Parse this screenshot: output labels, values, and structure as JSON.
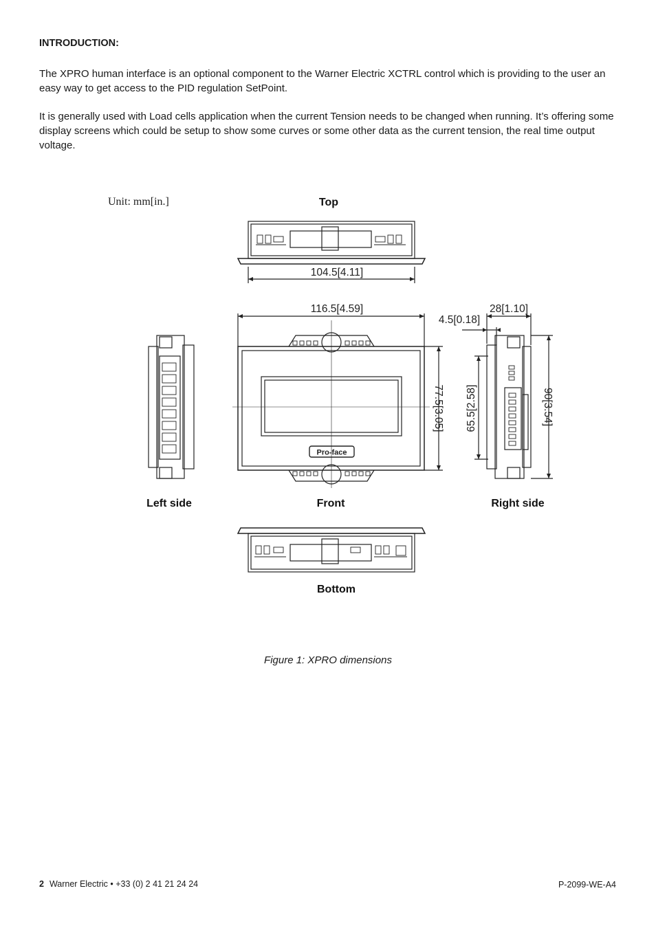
{
  "heading": "INTRODUCTION:",
  "paragraphs": [
    "The XPRO human interface is an optional component to the Warner Electric XCTRL control which is providing to the user an easy way to get access to the PID regulation SetPoint.",
    "It is generally used with Load cells application when the current Tension needs to be changed when running. It’s offering some display screens which could be setup to show some curves or some other data as the current tension, the real time output voltage."
  ],
  "figure": {
    "unit": "Unit: mm[in.]",
    "views": {
      "top": "Top",
      "left": "Left side",
      "front": "Front",
      "right": "Right side",
      "bottom": "Bottom"
    },
    "dimensions": {
      "top_width": "104.5[4.11]",
      "front_width": "116.5[4.59]",
      "bezel": "4.5[0.18]",
      "depth": "28[1.10]",
      "front_height": "77.5[3.05]",
      "inner_height": "65.5[2.58]",
      "total_height": "90[3.54]"
    },
    "logo_text": "Pro-face",
    "caption": "Figure 1: XPRO dimensions"
  },
  "footer": {
    "page_number": "2",
    "company": "Warner Electric • +33 (0) 2 41 21 24 24",
    "doc_code": "P-2099-WE-A4"
  }
}
